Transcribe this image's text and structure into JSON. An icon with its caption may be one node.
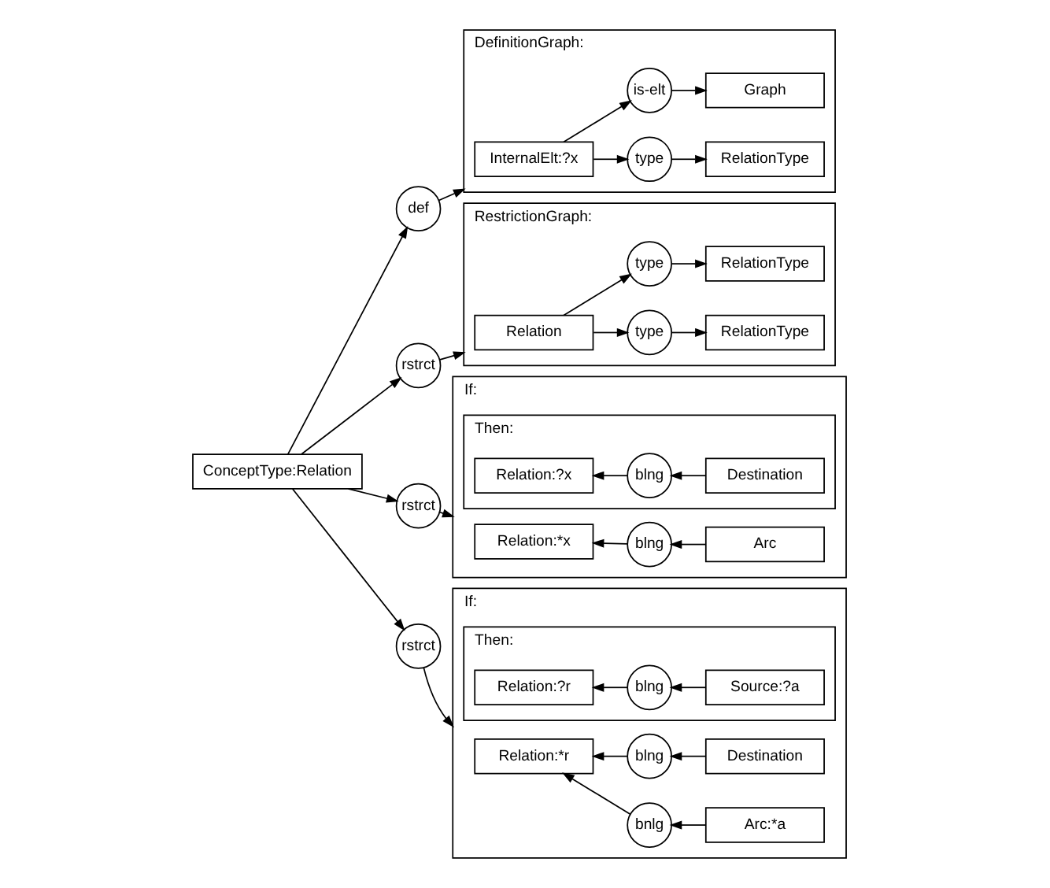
{
  "diagram": {
    "nodes": [
      {
        "text": [
          "ConceptType:Relation"
        ]
      },
      {
        "text": [
          "def"
        ]
      },
      {
        "text": [
          "DefinitionGraph:"
        ]
      },
      {
        "text": [
          "InternalElt:?x"
        ],
        "in": 2
      },
      {
        "text": [
          "type"
        ],
        "in": 2
      },
      {
        "text": [
          "RelationType"
        ],
        "in": 2
      },
      {
        "text": [
          "is-elt"
        ],
        "in": 2
      },
      {
        "text": [
          "Graph"
        ],
        "in": 2
      },
      {
        "text": [
          "rstrct"
        ]
      },
      {
        "text": [
          "RestrictionGraph:"
        ]
      },
      {
        "text": [
          "Relation"
        ],
        "in": 9
      },
      {
        "text": [
          "type"
        ],
        "in": 9
      },
      {
        "text": [
          "RelationType"
        ],
        "in": 9
      },
      {
        "text": [
          "type"
        ],
        "in": 9
      },
      {
        "text": [
          "RelationType"
        ],
        "in": 9
      },
      {
        "text": [
          "rstrct"
        ]
      },
      {
        "text": [
          "If:"
        ]
      },
      {
        "text": [
          "Relation:*x"
        ],
        "in": 16
      },
      {
        "text": [
          "blng"
        ],
        "in": 16
      },
      {
        "text": [
          "Arc"
        ],
        "in": 16
      },
      {
        "text": [
          "Then:"
        ],
        "in": 16
      },
      {
        "text": [
          "Relation:?x"
        ],
        "in": 20
      },
      {
        "text": [
          "blng"
        ],
        "in": 20
      },
      {
        "text": [
          "Destination"
        ],
        "in": 20
      },
      {
        "text": [
          "rstrct"
        ]
      },
      {
        "text": [
          "If:"
        ]
      },
      {
        "text": [
          "Relation:*r"
        ],
        "in": 25
      },
      {
        "text": [
          "bnlg"
        ],
        "in": 25
      },
      {
        "text": [
          "Arc:*a"
        ],
        "in": 25
      },
      {
        "text": [
          "blng"
        ],
        "in": 25
      },
      {
        "text": [
          "Destination"
        ],
        "in": 25
      },
      {
        "text": [
          "Then:"
        ],
        "in": 25
      },
      {
        "text": [
          "Relation:?r"
        ],
        "in": 31
      },
      {
        "text": [
          "blng"
        ],
        "in": 31
      },
      {
        "text": [
          "Source:?a"
        ],
        "in": 31
      }
    ],
    "edges": [
      {
        "from": 0,
        "to": 1,
        "arrow": "to"
      },
      {
        "from": 1,
        "to": 2,
        "arrow": "to"
      },
      {
        "from": 3,
        "to": 4,
        "arrow": "to"
      },
      {
        "from": 4,
        "to": 5,
        "arrow": "to"
      },
      {
        "from": 3,
        "to": 6,
        "arrow": "to"
      },
      {
        "from": 6,
        "to": 7,
        "arrow": "to"
      },
      {
        "from": 0,
        "to": 8,
        "arrow": "to"
      },
      {
        "from": 8,
        "to": 9,
        "arrow": "to"
      },
      {
        "from": 10,
        "to": 11,
        "arrow": "to"
      },
      {
        "from": 11,
        "to": 12,
        "arrow": "to"
      },
      {
        "from": 10,
        "to": 13,
        "arrow": "to"
      },
      {
        "from": 13,
        "to": 14,
        "arrow": "to"
      },
      {
        "from": 0,
        "to": 15,
        "arrow": "to"
      },
      {
        "from": 15,
        "to": 16,
        "arrow": "to"
      },
      {
        "from": 19,
        "to": 18,
        "arrow": "to"
      },
      {
        "from": 18,
        "to": 17,
        "arrow": "to"
      },
      {
        "from": 23,
        "to": 22,
        "arrow": "to"
      },
      {
        "from": 22,
        "to": 21,
        "arrow": "to"
      },
      {
        "from": 0,
        "to": 24,
        "arrow": "to"
      },
      {
        "from": 24,
        "to": 25,
        "arrow": "to"
      },
      {
        "from": 28,
        "to": 27,
        "arrow": "to"
      },
      {
        "from": 27,
        "to": 26,
        "arrow": "to"
      },
      {
        "from": 30,
        "to": 29,
        "arrow": "to"
      },
      {
        "from": 29,
        "to": 26,
        "arrow": "to"
      },
      {
        "from": 34,
        "to": 33,
        "arrow": "to"
      },
      {
        "from": 33,
        "to": 32,
        "arrow": "to"
      }
    ]
  }
}
